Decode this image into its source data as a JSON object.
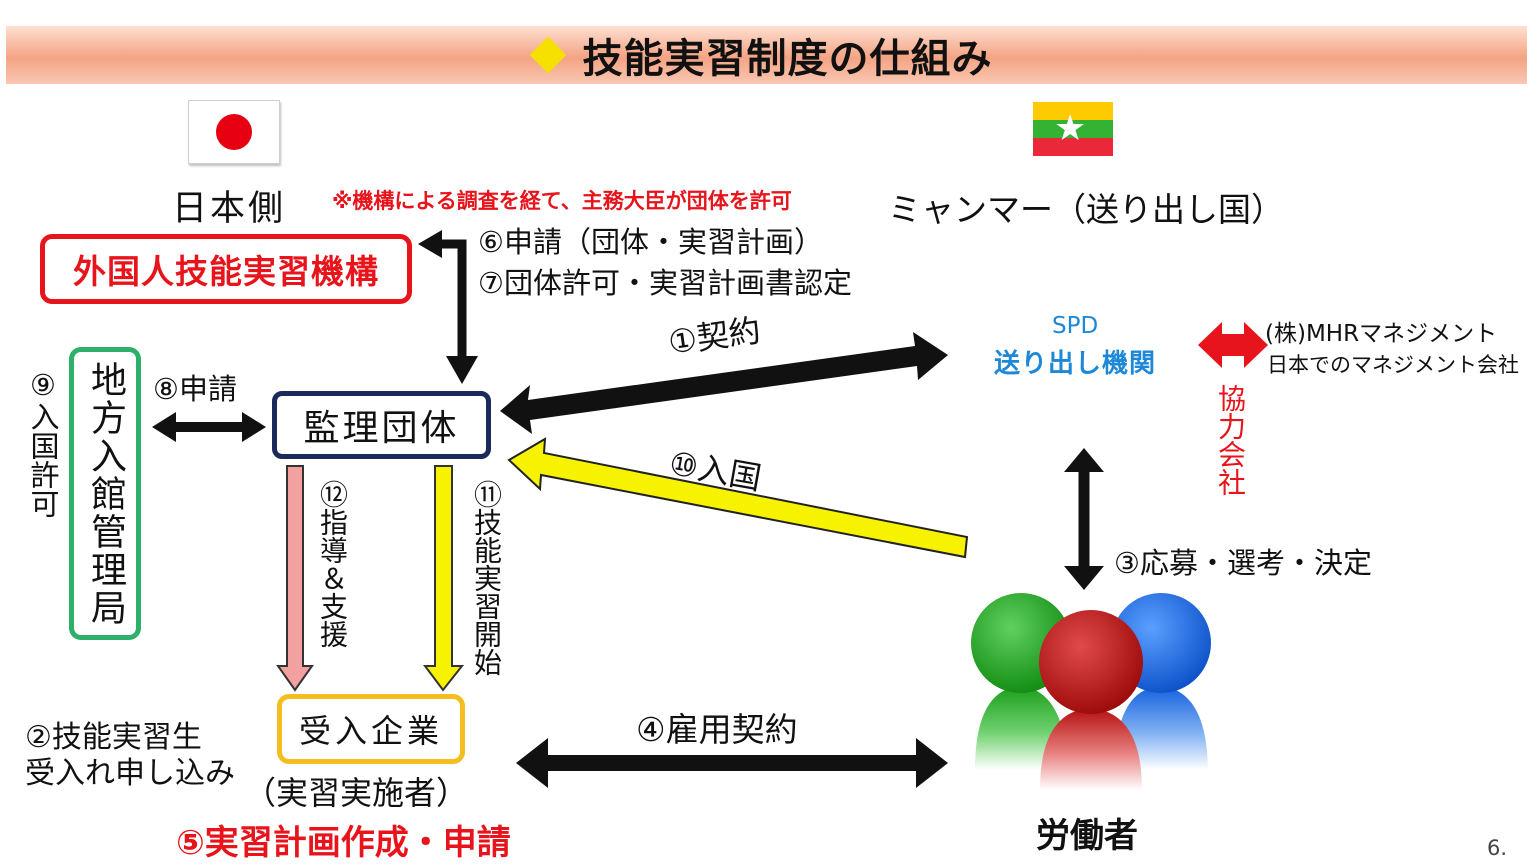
{
  "title": "技能実習制度の仕組み",
  "japan_side": "日本側",
  "myanmar_side": "ミャンマー（送り出し国）",
  "note": "※機構による調査を経て、主務大臣が団体を許可",
  "otit": "外国人技能実習機構",
  "step6": "⑥申請（団体・実習計画）",
  "step7": "⑦団体許可・実習計画書認定",
  "kanri": "監理団体",
  "immigration": "地方入館管理局",
  "step8": "⑧申請",
  "step9": "⑨入国許可",
  "step1": "①契約",
  "step10": "⑩入国",
  "step11": "⑪技能実習開始",
  "step12": "⑫指導＆支援",
  "step2_line1": "②技能実習生",
  "step2_line2": "受入れ申し込み",
  "ukeire": "受入企業",
  "ukeire_sub": "（実習実施者）",
  "step5": "⑤実習計画作成・申請",
  "step4": "④雇用契約",
  "step3": "③応募・選考・決定",
  "spd": "SPD",
  "sending_org": "送り出し機関",
  "mhr_line1": "(株)MHRマネジメント",
  "mhr_line2": "日本でのマネジメント会社",
  "partner": "協力会社",
  "workers": "労働者",
  "page_number": "6.",
  "colors": {
    "red": "#e8141b",
    "navy": "#1b2a5b",
    "green_border": "#2eb06a",
    "yellow_border": "#f5bd1e",
    "yellow_arrow": "#f7f300",
    "pink_arrow": "#f2a0a0",
    "blue_text": "#1e88d8"
  }
}
